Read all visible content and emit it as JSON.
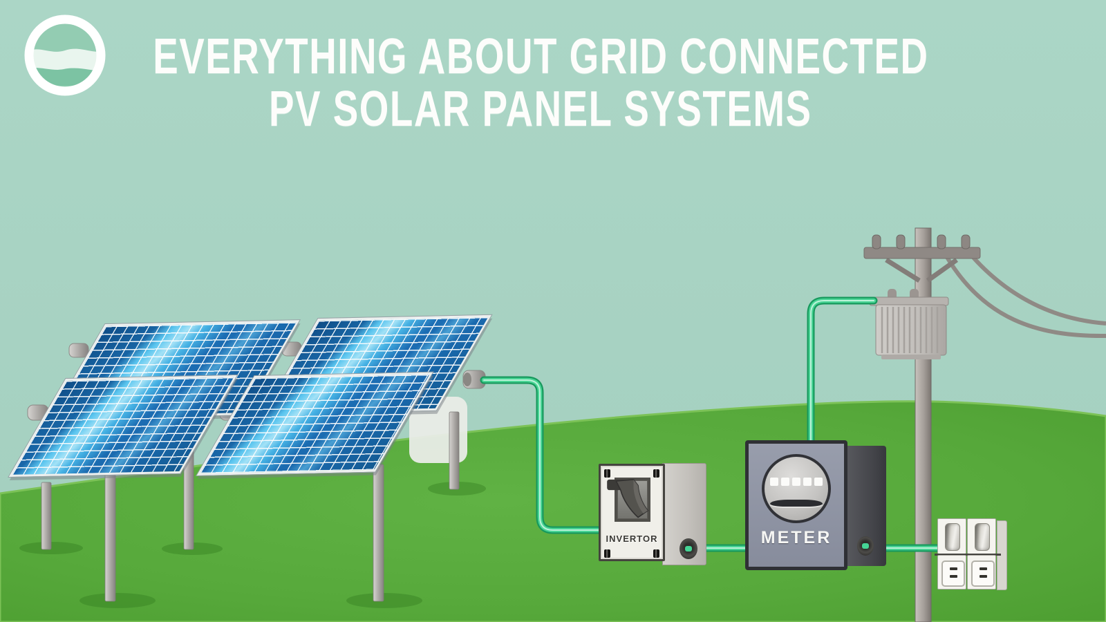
{
  "header": {
    "title_line1": "EVERYTHING ABOUT GRID CONNECTED",
    "title_line2": "PV SOLAR PANEL SYSTEMS"
  },
  "logo": {
    "name": "wave-logo"
  },
  "components": {
    "solar_array": {
      "panel_count": 4,
      "description": "ground-mounted PV solar panel array"
    },
    "inverter": {
      "label": "INVERTOR"
    },
    "meter": {
      "label": "METER"
    },
    "transformer": {
      "description": "pole-mounted transformer"
    },
    "utility_pole": {
      "description": "utility pole with crossarm, insulators and power lines"
    },
    "switchboard": {
      "switch_count": 2,
      "socket_count": 2,
      "description": "switches and power sockets"
    },
    "wiring": {
      "description": "green cables: panels to inverter to meter, transformer to meter, meter to sockets"
    }
  },
  "colors": {
    "sky_teal": "#a7d2c2",
    "grass_green": "#57a83b",
    "wire_green": "#4ad596",
    "panel_blue": "#1d6db3",
    "panel_highlight": "#7ad7f5",
    "title_text": "#fdfdfb",
    "meter_front": "#8d92a0",
    "meter_side": "#46474c",
    "inverter_front": "#f0efe9",
    "metal_gray": "#a29c98"
  }
}
